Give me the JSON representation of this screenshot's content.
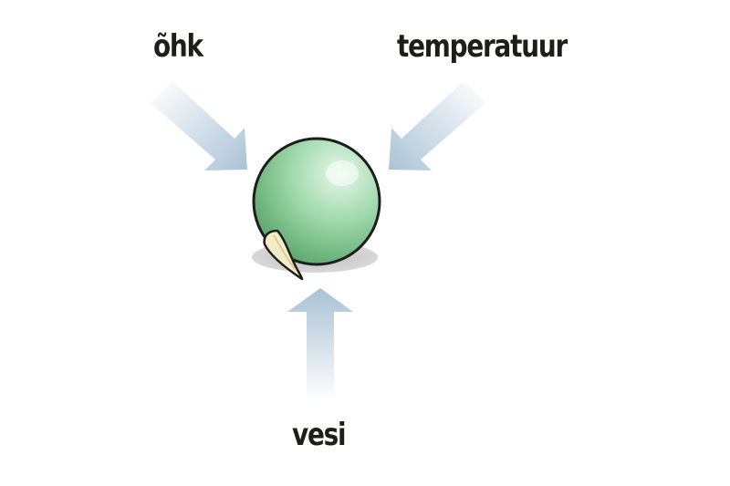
{
  "labels": {
    "air": "õhk",
    "temperature": "temperatuur",
    "water": "vesi"
  },
  "colors": {
    "arrow": "#a9c3d6",
    "seed_light": "#e6f7ea",
    "seed_mid": "#8fd19d",
    "seed_dark": "#4f9e60",
    "seed_outline": "#1d1d1b",
    "sprout": "#f4ecc6",
    "shadow": "#c9c9c9",
    "text": "#1d1d1b"
  }
}
